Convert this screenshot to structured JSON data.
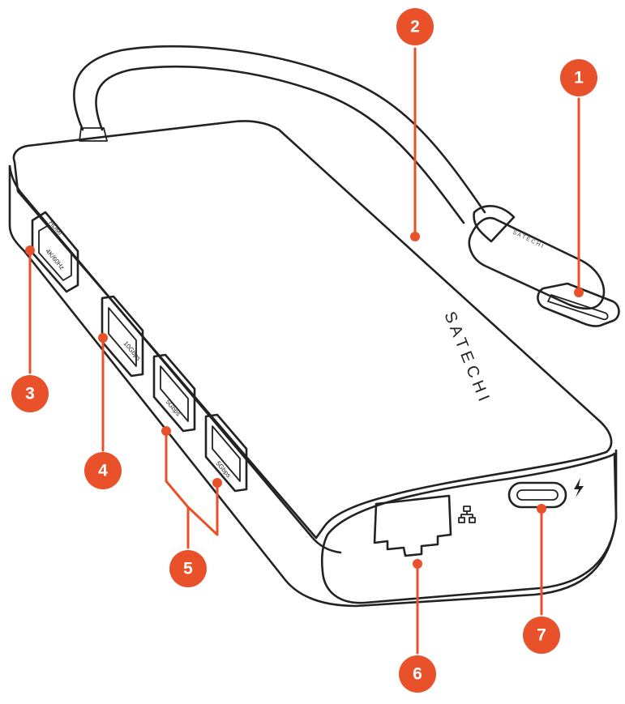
{
  "device": {
    "brand_top": "SATECHI",
    "brand_plug": "SATECHI",
    "ports": {
      "hdmi_label": "HDMI",
      "hdmi_sub": "4K/60Hz",
      "usb1_label": "10Gbps",
      "usb2_label": "5Gbps",
      "usb3_label": "5Gbps"
    }
  },
  "callouts": [
    {
      "id": "1",
      "label": "1"
    },
    {
      "id": "2",
      "label": "2"
    },
    {
      "id": "3",
      "label": "3"
    },
    {
      "id": "4",
      "label": "4"
    },
    {
      "id": "5",
      "label": "5"
    },
    {
      "id": "6",
      "label": "6"
    },
    {
      "id": "7",
      "label": "7"
    }
  ],
  "colors": {
    "accent": "#e9512a",
    "outline": "#222222",
    "background": "#ffffff"
  },
  "icons": [
    "ethernet-icon",
    "lightning-icon"
  ]
}
